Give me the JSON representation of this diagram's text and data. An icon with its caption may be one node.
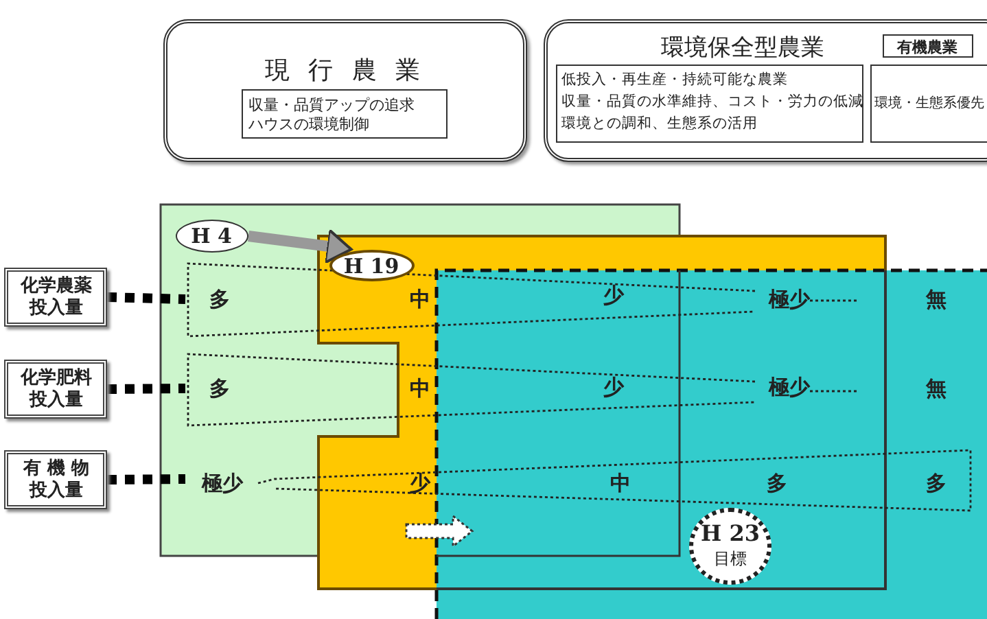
{
  "diagram": {
    "nodes": [
      {
        "text": [
          "現 行 農 業"
        ]
      },
      {
        "text": [
          "収量・品質アップの追求",
          "ハウスの環境制御"
        ],
        "in": 0
      },
      {
        "text": [
          "環境保全型農業"
        ]
      },
      {
        "text": [
          "有機農業"
        ],
        "in": 2
      },
      {
        "text": [
          "低投入・再生産・持続可能な農業",
          "収量・品質の水準維持、コスト・労力の低減",
          "環境との調和、生態系の活用"
        ],
        "in": 2
      },
      {
        "text": [
          "環境・生態系優先"
        ],
        "in": 2
      },
      {
        "text": [
          "化学農薬投入量"
        ]
      },
      {
        "text": [
          "化学肥料投入量"
        ]
      },
      {
        "text": [
          "有 機 物投入量"
        ]
      },
      {
        "text": [
          "H 4"
        ]
      },
      {
        "text": [
          "H 19"
        ]
      },
      {
        "text": [
          "H 23",
          "目標"
        ]
      }
    ],
    "edges": [
      {
        "from": 6,
        "to": null,
        "arrow": "none",
        "style": "dashed"
      },
      {
        "from": 7,
        "to": null,
        "arrow": "none",
        "style": "dashed"
      },
      {
        "from": 8,
        "to": null,
        "arrow": "none",
        "style": "dashed"
      },
      {
        "from": 9,
        "to": 10,
        "arrow": "to",
        "color": "#999999"
      }
    ],
    "labels": [
      "多",
      "中",
      "少",
      "極少",
      "無",
      "多",
      "中",
      "少",
      "極少",
      "無",
      "極少",
      "少",
      "中",
      "多",
      "多"
    ]
  }
}
